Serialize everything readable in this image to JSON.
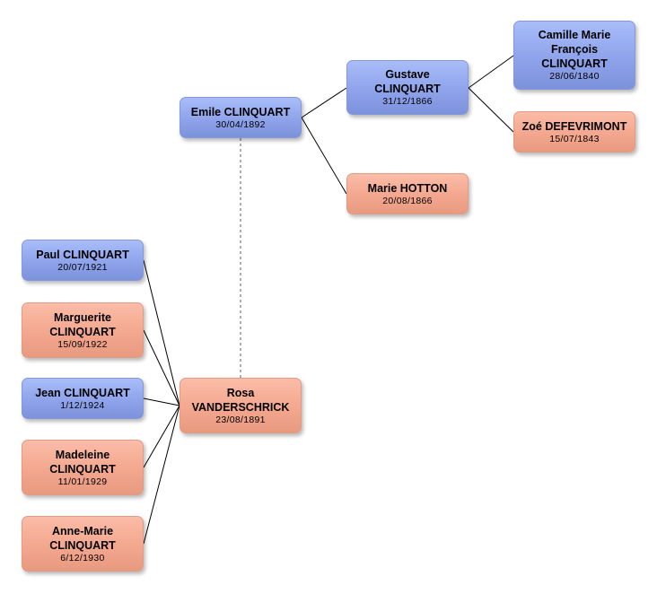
{
  "people": {
    "emile": {
      "name": "Emile CLINQUART",
      "date": "30/04/1892"
    },
    "rosa": {
      "name": "Rosa VANDERSCHRICK",
      "date": "23/08/1891"
    },
    "gustave": {
      "name": "Gustave CLINQUART",
      "date": "31/12/1866"
    },
    "marie": {
      "name": "Marie HOTTON",
      "date": "20/08/1866"
    },
    "camille": {
      "name": "Camille Marie François CLINQUART",
      "date": "28/06/1840"
    },
    "zoe": {
      "name": "Zoé DEFEVRIMONT",
      "date": "15/07/1843"
    },
    "paul": {
      "name": "Paul CLINQUART",
      "date": "20/07/1921"
    },
    "marguerite": {
      "name": "Marguerite CLINQUART",
      "date": "15/09/1922"
    },
    "jean": {
      "name": "Jean CLINQUART",
      "date": "1/12/1924"
    },
    "madeleine": {
      "name": "Madeleine CLINQUART",
      "date": "11/01/1929"
    },
    "annemarie": {
      "name": "Anne-Marie CLINQUART",
      "date": "6/12/1930"
    }
  },
  "colors": {
    "male": "#8ea3ea",
    "female": "#f3a78e",
    "line": "#000000",
    "spouse_line": "#777777"
  }
}
